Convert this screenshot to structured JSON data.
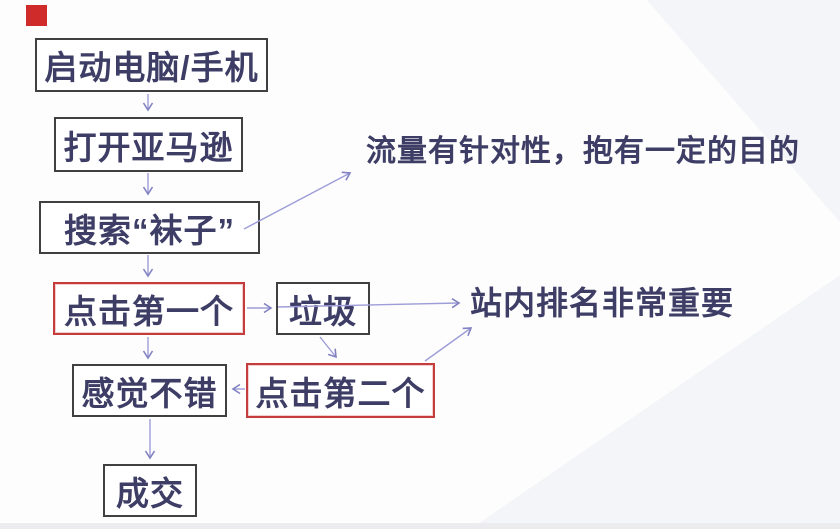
{
  "diagram": {
    "nodes": [
      {
        "id": "start",
        "label": "启动电脑/手机",
        "style": "normal"
      },
      {
        "id": "open-amazon",
        "label": "打开亚马逊",
        "style": "normal"
      },
      {
        "id": "search-socks",
        "label": "搜索“袜子”",
        "style": "normal"
      },
      {
        "id": "click-first",
        "label": "点击第一个",
        "style": "red"
      },
      {
        "id": "garbage",
        "label": "垃圾",
        "style": "normal"
      },
      {
        "id": "feel-good",
        "label": "感觉不错",
        "style": "normal"
      },
      {
        "id": "click-second",
        "label": "点击第二个",
        "style": "red"
      },
      {
        "id": "deal",
        "label": "成交",
        "style": "normal"
      }
    ],
    "annotations": [
      {
        "id": "note-traffic",
        "text": "流量有针对性，抱有一定的目的"
      },
      {
        "id": "note-ranking",
        "text": "站内排名非常重要"
      }
    ],
    "edges": [
      {
        "from": "start",
        "to": "open-amazon"
      },
      {
        "from": "open-amazon",
        "to": "search-socks"
      },
      {
        "from": "search-socks",
        "to": "note-traffic"
      },
      {
        "from": "search-socks",
        "to": "click-first"
      },
      {
        "from": "click-first",
        "to": "garbage"
      },
      {
        "from": "click-first",
        "to": "feel-good"
      },
      {
        "from": "garbage",
        "to": "note-ranking"
      },
      {
        "from": "garbage",
        "to": "click-second"
      },
      {
        "from": "click-second",
        "to": "feel-good"
      },
      {
        "from": "click-second",
        "to": "note-ranking"
      },
      {
        "from": "feel-good",
        "to": "deal"
      }
    ],
    "colors": {
      "node_text": "#3d3d66",
      "node_border": "#404040",
      "red_node_border": "#c43c3c",
      "arrow": "#9d9dd8",
      "red_marker": "#cf2b2b"
    }
  }
}
